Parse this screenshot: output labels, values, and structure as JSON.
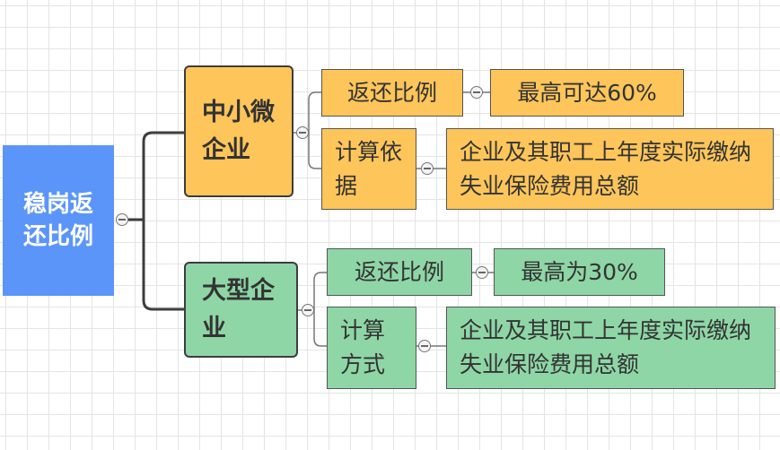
{
  "root": {
    "label": "稳岗返还比例"
  },
  "branches": [
    {
      "label": "中小微企业",
      "color": "#FDC55A",
      "children": [
        {
          "label": "返还比例",
          "value": "最高可达60%"
        },
        {
          "label": "计算依据",
          "value": "企业及其职工上年度实际缴纳失业保险费用总额"
        }
      ]
    },
    {
      "label": "大型企业",
      "color": "#8ED6A6",
      "children": [
        {
          "label": "返还比例",
          "value": "最高为30%"
        },
        {
          "label": "计算方式",
          "value": "企业及其职工上年度实际缴纳失业保险费用总额"
        }
      ]
    }
  ]
}
